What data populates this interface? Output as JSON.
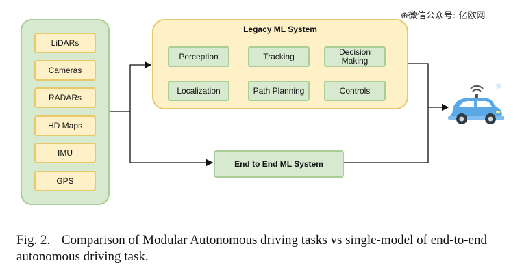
{
  "watermark": "⊕微信公众号: 亿欧网",
  "sensors": [
    "LiDARs",
    "Cameras",
    "RADARs",
    "HD Maps",
    "IMU",
    "GPS"
  ],
  "legacy": {
    "title": "Legacy ML System",
    "modules": [
      "Perception",
      "Tracking",
      "Decision Making",
      "Localization",
      "Path Planning",
      "Controls"
    ]
  },
  "end_to_end": {
    "title": "End to End ML System"
  },
  "vehicle": {
    "icon": "connected-car-icon"
  },
  "caption": {
    "label": "Fig. 2.",
    "text": "Comparison of Modular Autonomous driving tasks vs single-model of end-to-end autonomous driving task."
  },
  "colors": {
    "green_fill": "#d7e9cf",
    "green_border": "#a9cf97",
    "yellow_fill": "#fff1c7",
    "yellow_border": "#e7c96c",
    "car_blue": "#5aa9e6"
  }
}
